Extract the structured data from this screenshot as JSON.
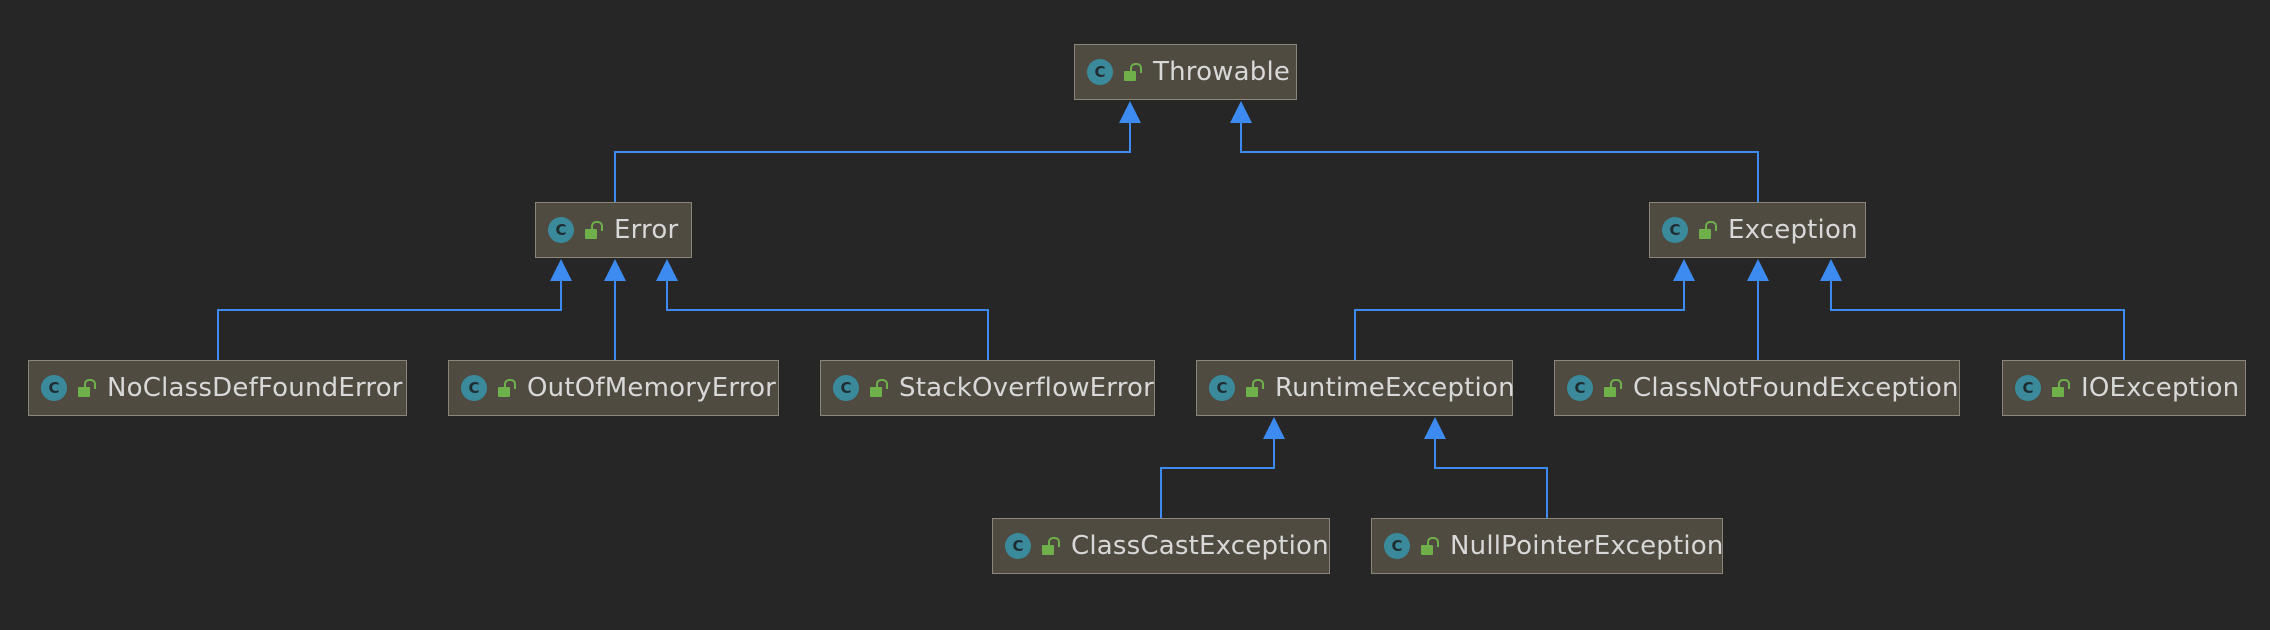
{
  "diagram": {
    "icon_letter": "C",
    "nodes": [
      {
        "id": "throwable",
        "label": "Throwable"
      },
      {
        "id": "error",
        "label": "Error"
      },
      {
        "id": "exception",
        "label": "Exception"
      },
      {
        "id": "noclassdeffounderror",
        "label": "NoClassDefFoundError"
      },
      {
        "id": "outofmemoryerror",
        "label": "OutOfMemoryError"
      },
      {
        "id": "stackoverflowerror",
        "label": "StackOverflowError"
      },
      {
        "id": "runtimeexception",
        "label": "RuntimeException"
      },
      {
        "id": "classnotfoundexception",
        "label": "ClassNotFoundException"
      },
      {
        "id": "ioexception",
        "label": "IOException"
      },
      {
        "id": "classcastexception",
        "label": "ClassCastException"
      },
      {
        "id": "nullpointerexception",
        "label": "NullPointerException"
      }
    ],
    "edges": [
      {
        "from": "error",
        "to": "throwable"
      },
      {
        "from": "exception",
        "to": "throwable"
      },
      {
        "from": "noclassdeffounderror",
        "to": "error"
      },
      {
        "from": "outofmemoryerror",
        "to": "error"
      },
      {
        "from": "stackoverflowerror",
        "to": "error"
      },
      {
        "from": "runtimeexception",
        "to": "exception"
      },
      {
        "from": "classnotfoundexception",
        "to": "exception"
      },
      {
        "from": "ioexception",
        "to": "exception"
      },
      {
        "from": "classcastexception",
        "to": "runtimeexception"
      },
      {
        "from": "nullpointerexception",
        "to": "runtimeexception"
      }
    ],
    "colors": {
      "background": "#262626",
      "node_fill": "#4f4b41",
      "node_border": "#8b857a",
      "label_text": "#d8d8d8",
      "class_icon": "#3a8a9c",
      "public_lock": "#6fb04a",
      "edge": "#3d8bf0"
    }
  }
}
